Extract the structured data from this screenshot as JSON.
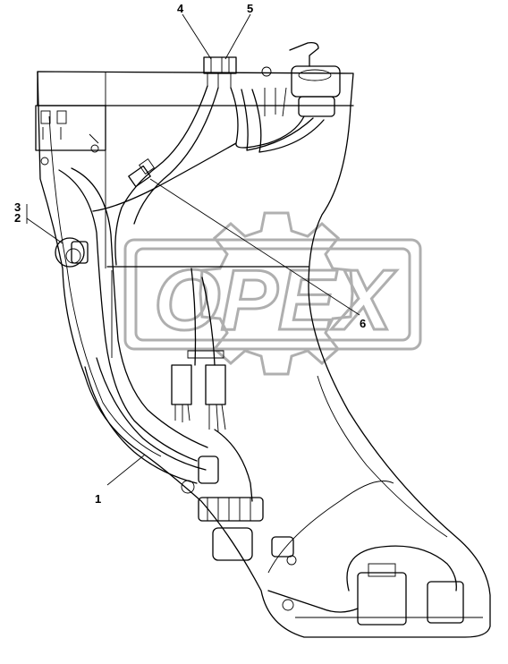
{
  "callouts": {
    "c1": "1",
    "c2": "2",
    "c3": "3",
    "c4": "4",
    "c5": "5",
    "c6": "6"
  },
  "watermark": {
    "text": "OPEX"
  }
}
